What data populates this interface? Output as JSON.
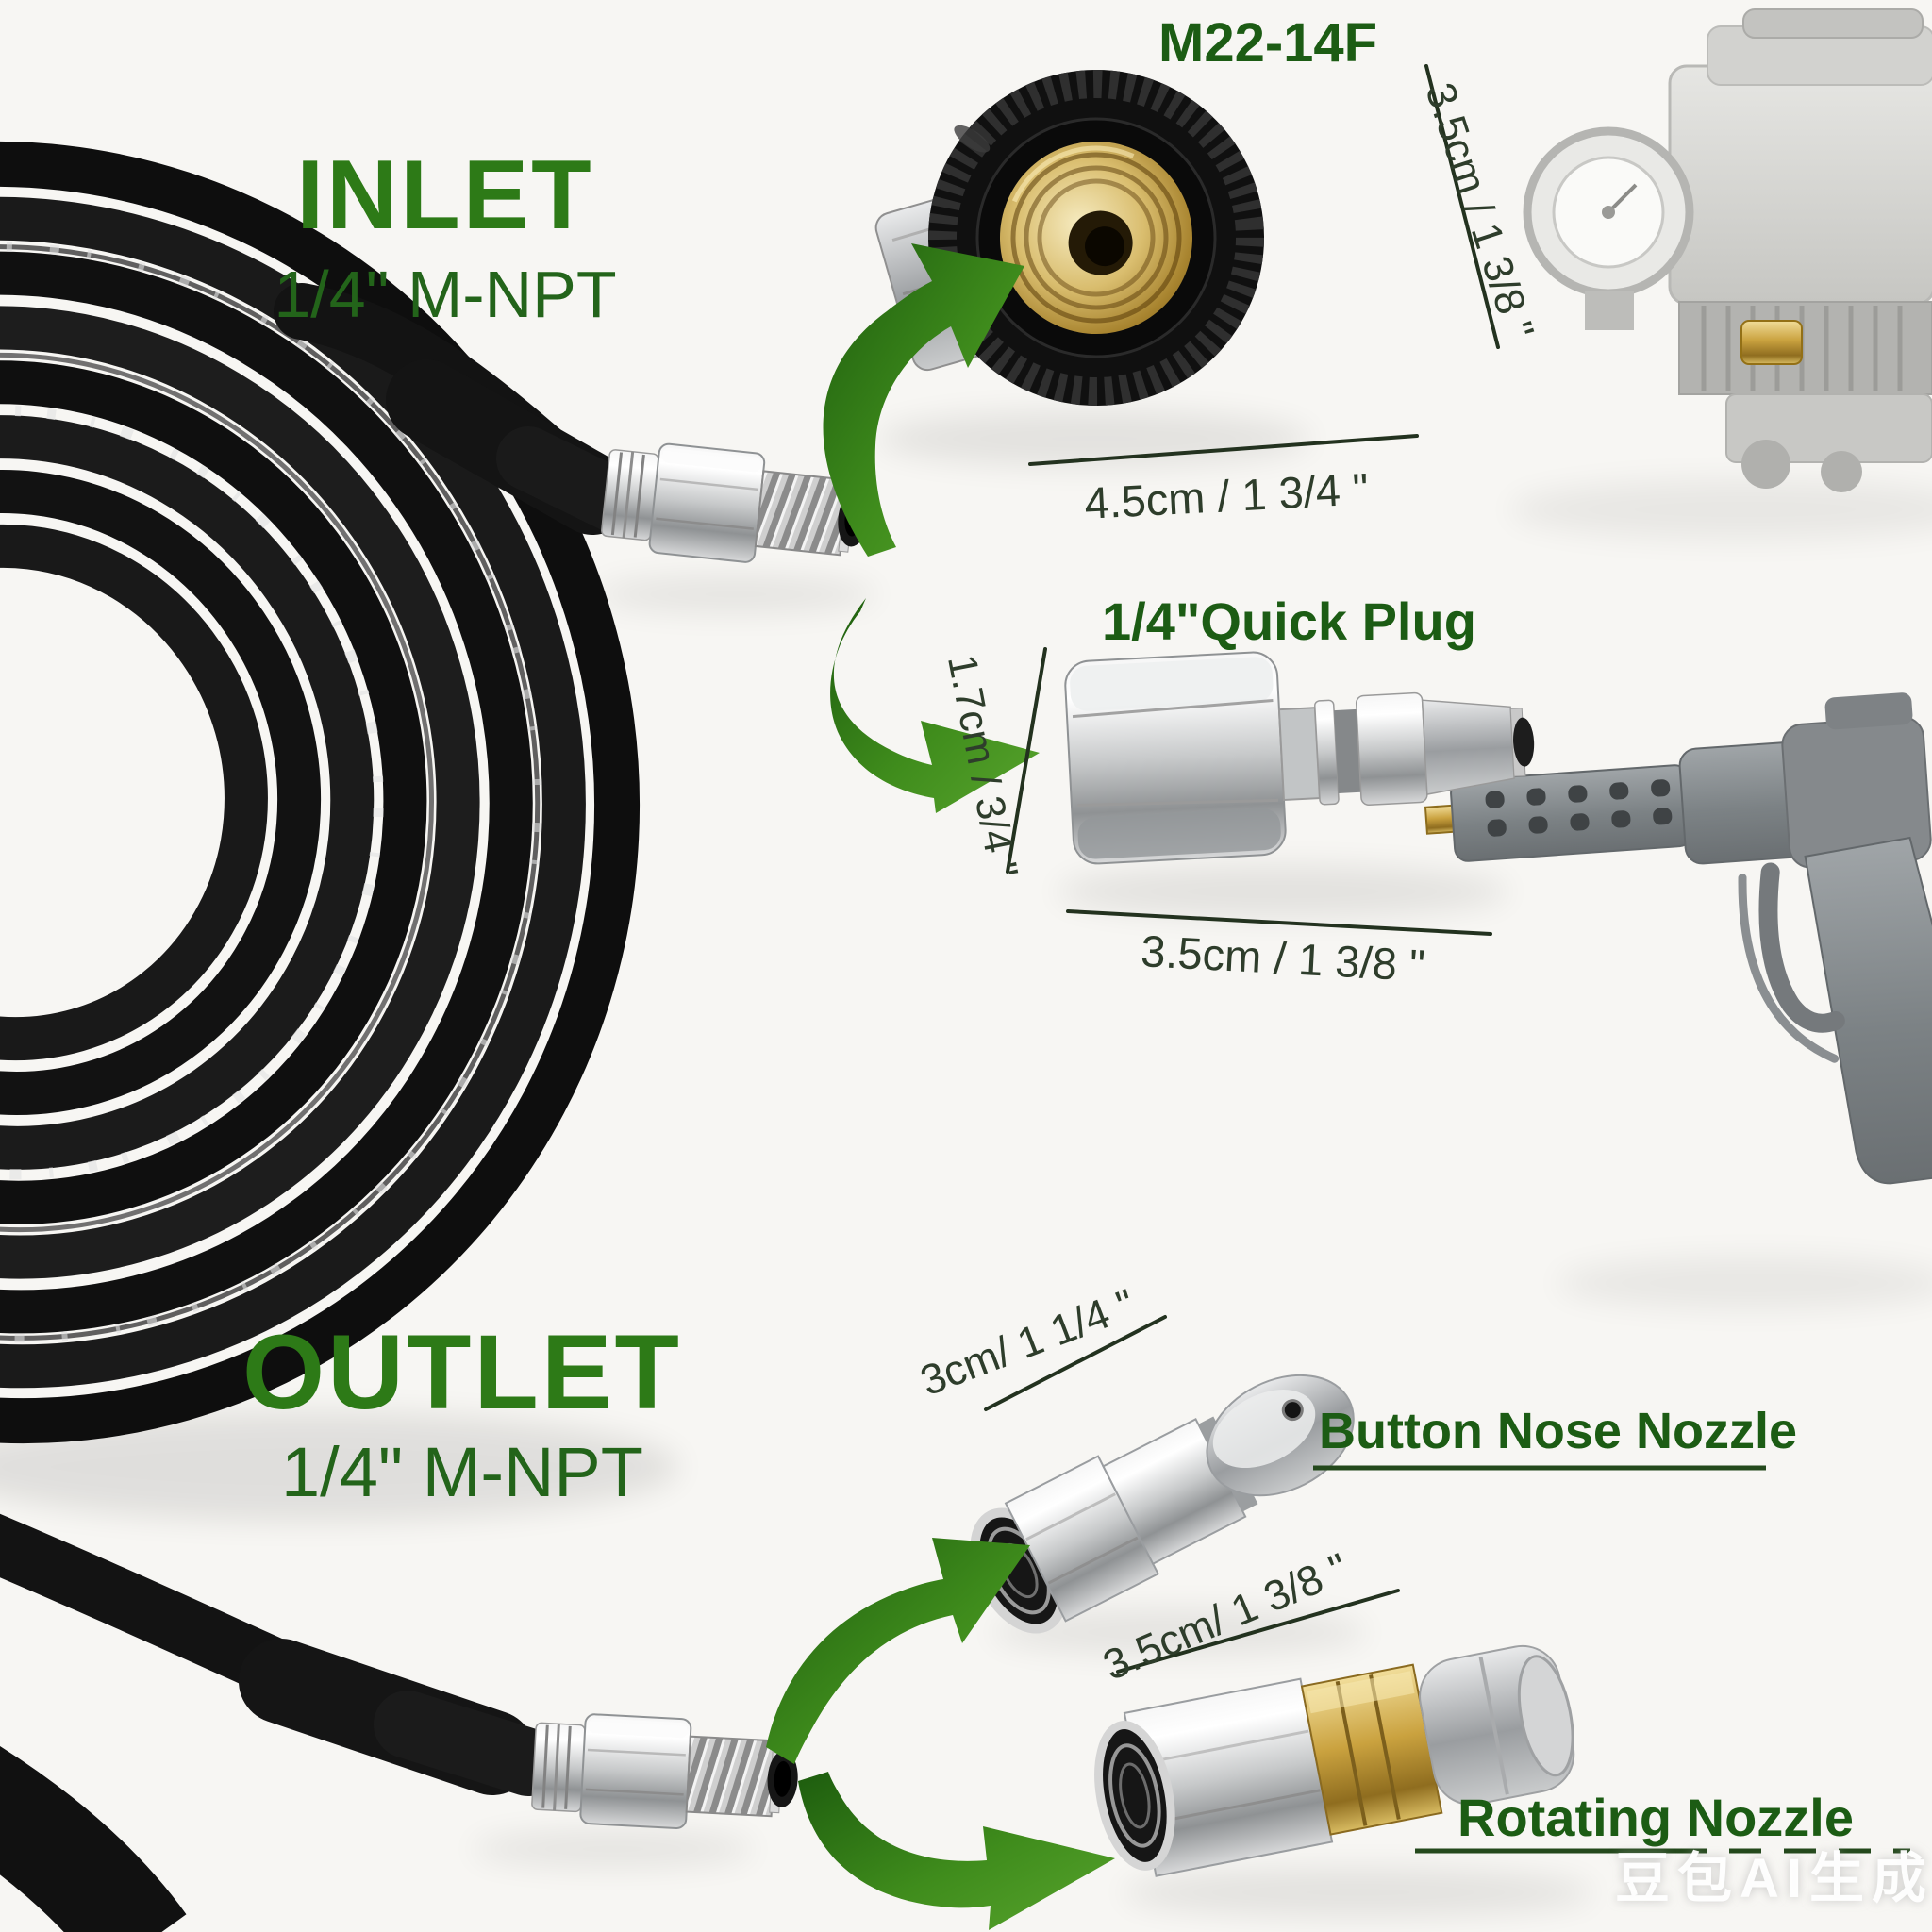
{
  "inlet": {
    "title": "INLET",
    "subtitle": "1/4\" M-NPT"
  },
  "outlet": {
    "title": "OUTLET",
    "subtitle": "1/4\" M-NPT"
  },
  "parts": {
    "m22": {
      "label": "M22-14F",
      "dim_side": "3.5cm / 1 3/8 \"",
      "dim_bottom": "4.5cm / 1 3/4 \""
    },
    "quick_plug": {
      "label": "1/4\"Quick Plug",
      "dim_side": "1.7cm / 3/4 \"",
      "dim_bottom": "3.5cm / 1 3/8 \""
    },
    "button_nozzle": {
      "label": "Button Nose Nozzle",
      "dim": "3cm/ 1 1/4 \""
    },
    "rotating_nozzle": {
      "label": "Rotating Nozzle",
      "dim": "3.5cm/ 1 3/8 \""
    }
  },
  "watermark": "豆包AI生成",
  "colors": {
    "title_green": "#2d7a17",
    "label_green": "#1c5c14",
    "dim_green": "#2e3d2b",
    "arrow_green": "#3f8c1c",
    "brass": "#caa23f",
    "hose_black": "#111111",
    "background": "#f7f6f3"
  }
}
